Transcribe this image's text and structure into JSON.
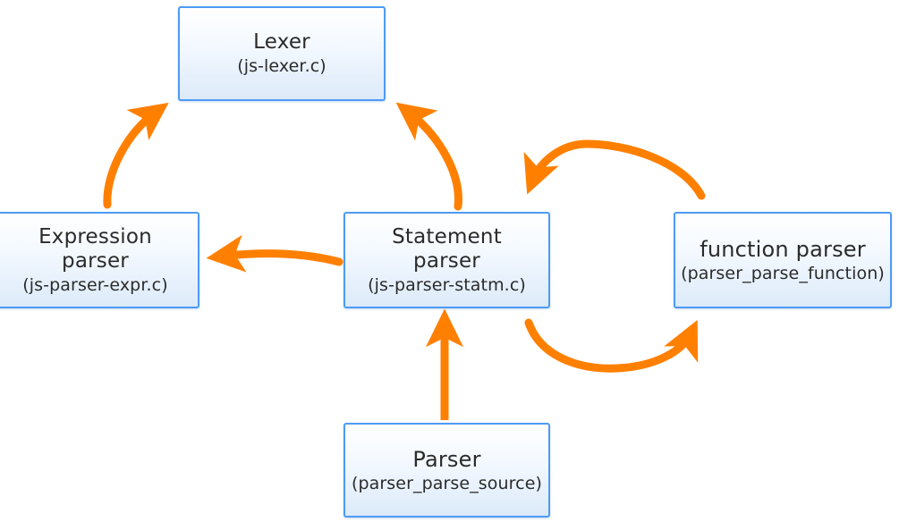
{
  "diagram": {
    "title": "JavaScript parser module call-flow diagram",
    "accent_color": "#ff8000",
    "node_border_color": "#4d9bf5",
    "node_fill_color": "#dceaf9",
    "nodes": [
      {
        "id": "lexer",
        "title": "Lexer",
        "subtitle": "(js-lexer.c)"
      },
      {
        "id": "expr",
        "title": "Expression\nparser",
        "subtitle": "(js-parser-expr.c)"
      },
      {
        "id": "statm",
        "title": "Statement\nparser",
        "subtitle": "(js-parser-statm.c)"
      },
      {
        "id": "function",
        "title": "function parser",
        "subtitle": "(parser_parse_function)"
      },
      {
        "id": "parser",
        "title": "Parser",
        "subtitle": "(parser_parse_source)"
      }
    ],
    "edges": [
      {
        "id": "expr-to-lexer",
        "from": "expr",
        "to": "lexer",
        "style": "curved-arrow"
      },
      {
        "id": "statm-to-lexer",
        "from": "statm",
        "to": "lexer",
        "style": "curved-arrow"
      },
      {
        "id": "statm-to-expr",
        "from": "statm",
        "to": "expr",
        "style": "curved-arrow"
      },
      {
        "id": "function-to-statm",
        "from": "function",
        "to": "statm",
        "style": "arc-over-arrow"
      },
      {
        "id": "statm-to-function",
        "from": "statm",
        "to": "function",
        "style": "arc-under-arrow"
      },
      {
        "id": "parser-to-statm",
        "from": "parser",
        "to": "statm",
        "style": "straight-arrow"
      }
    ]
  }
}
